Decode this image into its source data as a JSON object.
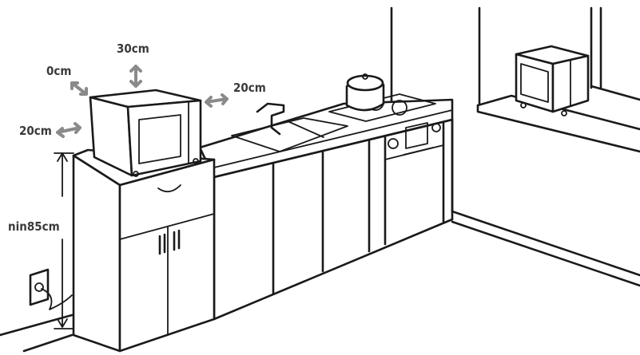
{
  "diagram": {
    "labels": {
      "back_clearance": "0cm",
      "top_clearance": "30cm",
      "right_clearance": "20cm",
      "left_clearance": "20cm",
      "min_height": "nin85cm"
    },
    "colors": {
      "line": "#1a1a1a",
      "arrow": "#8a8a8a",
      "label": "#3a3a3a"
    }
  }
}
